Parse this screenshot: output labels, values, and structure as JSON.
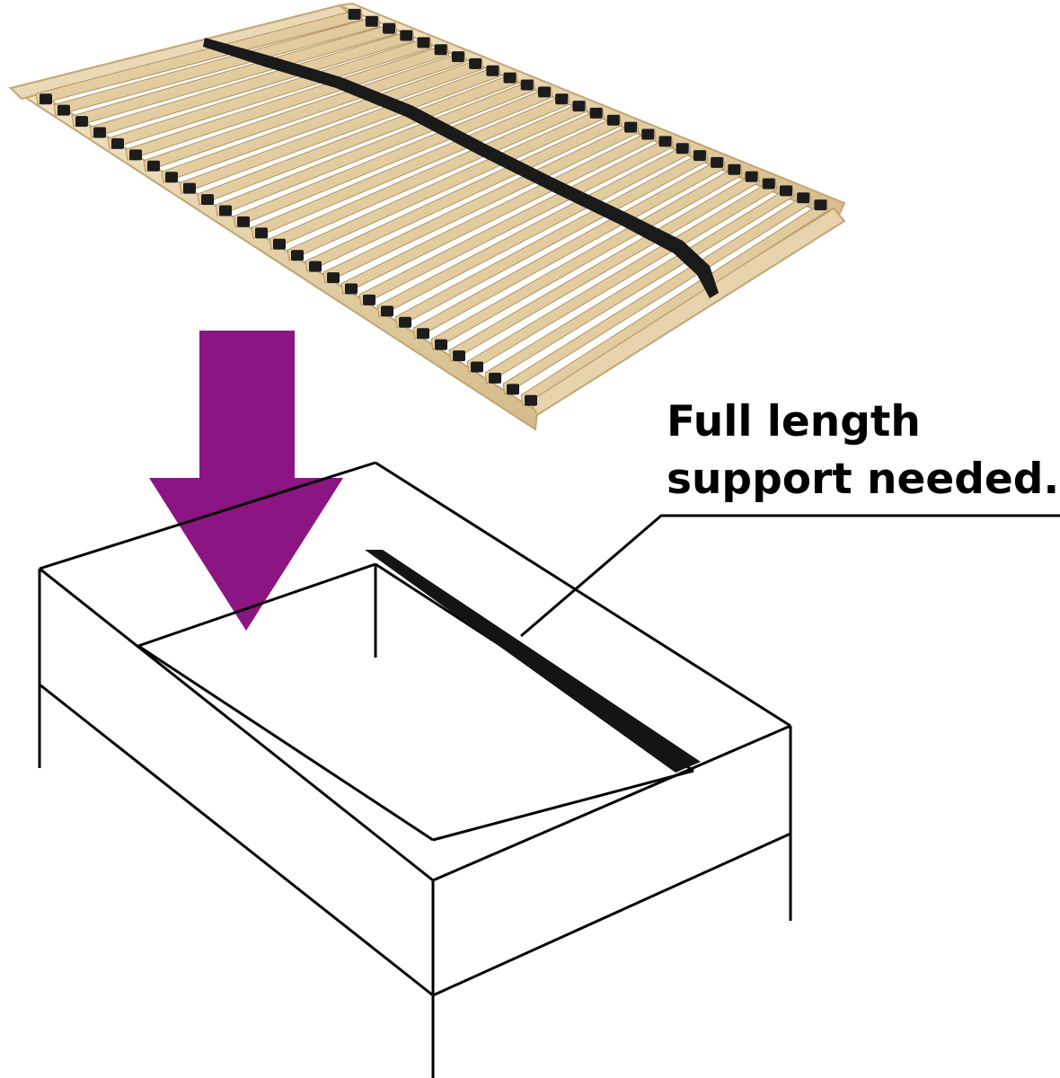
{
  "callout": {
    "line1": "Full length",
    "line2": "support needed."
  },
  "colors": {
    "arrow": "#8b1582",
    "wood_light": "#eedfbf",
    "wood_mid": "#d9c193",
    "wood_dark": "#b89a65",
    "strap": "#161616",
    "outline": "#000000"
  },
  "icons": {
    "slatted_frame": "slatted-bed-base-photo",
    "arrow": "down-arrow",
    "bed_frame": "bed-frame-line-drawing",
    "support_beam": "center-support-beam"
  }
}
